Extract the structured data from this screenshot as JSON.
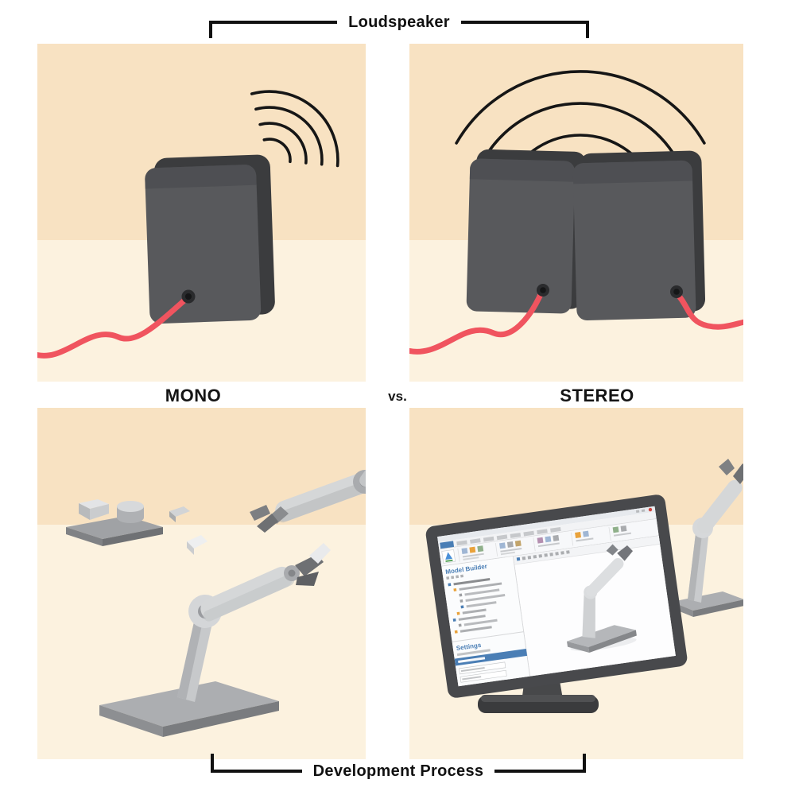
{
  "labels": {
    "top": "Loudspeaker",
    "bottom": "Development Process",
    "mono": "MONO",
    "versus": "vs.",
    "stereo": "STEREO"
  },
  "monitor_screen": {
    "model_builder_header": "Model Builder",
    "settings_header": "Settings"
  },
  "colors": {
    "background": "#FFFFFF",
    "wall": "#F8E2C2",
    "floor": "#FCF2DF",
    "line": "#111111",
    "wave": "#161616",
    "speaker_front": "#58595C",
    "speaker_side": "#3B3C3E",
    "cable": "#F0545F",
    "robot_light": "#D5D7D8",
    "robot_mid": "#A9ABAE",
    "robot_dark": "#6E7073",
    "monitor_frame": "#48494C",
    "monitor_stand": "#3A3B3D",
    "ui_blue": "#4A7EB5",
    "ui_orange": "#E9A23B",
    "close_red": "#D0453E"
  }
}
